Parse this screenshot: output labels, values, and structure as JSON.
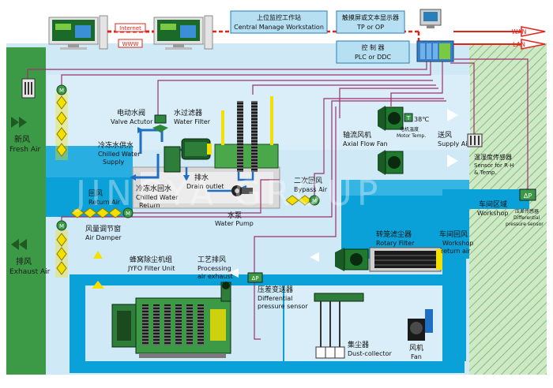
{
  "network": {
    "internet": "Internet",
    "www": "WWW",
    "wan": "WAN",
    "lan": "LAN"
  },
  "boxes": {
    "central_cn": "上位监控工作站",
    "central_en": "Central Manage Workstation",
    "tp_cn": "触摸屏或文本显示器",
    "tp_en": "TP or OP",
    "plc_cn": "控 制 器",
    "plc_en": "PLC or DDC"
  },
  "labels": {
    "fresh_air_cn": "新风",
    "fresh_air_en": "Fresh Air",
    "exhaust_air_cn": "排风",
    "exhaust_air_en": "Exhaust Air",
    "valve_cn": "电动水阀",
    "valve_en": "Valve Actutor",
    "filter_cn": "水过滤器",
    "filter_en": "Water Filter",
    "chilled_supply_cn": "冷冻水供水",
    "chilled_supply_en1": "Chilled Water",
    "chilled_supply_en2": "Supply",
    "drain_cn": "排水",
    "drain_en": "Drain outlet",
    "chilled_return_cn": "冷冻水回水",
    "chilled_return_en1": "Chilled Water",
    "chilled_return_en2": "Return",
    "return_air_cn": "回风",
    "return_air_en": "Return Air",
    "pump_cn": "水泵",
    "pump_en": "Water Pump",
    "bypass_cn": "二次回风",
    "bypass_en": "Bypass Air",
    "damper_cn": "风量调节窗",
    "damper_en": "Air Damper",
    "axial_cn": "轴流风机",
    "axial_en": "Axial Flow Fan",
    "temp_value": "38℃",
    "motor_cn": "电机温度",
    "motor_en": "Motor Temp.",
    "supply_air_cn": "送风",
    "supply_air_en": "Supply Air",
    "rh_cn": "温湿度传感器",
    "rh_en1": "Sensor for R·H",
    "rh_en2": "& Temp.",
    "workshop_cn": "车间区域",
    "workshop_en": "Workshop",
    "dp_label": "ΔP",
    "dp_sensor_cn": "压差传感器",
    "dp_sensor_en1": "Differential",
    "dp_sensor_en2": "pressure sensor",
    "rotary_cn": "转笼滤尘器",
    "rotary_en": "Rotary Filter",
    "workshop_return_cn": "车间回风",
    "workshop_return_en1": "Workshop",
    "workshop_return_en2": "return air",
    "jyfo_cn": "蜂窝除尘机组",
    "jyfo_en": "JYFO Filter Unit",
    "process_cn": "工艺排风",
    "process_en1": "Processing",
    "process_en2": "air exhaust",
    "diff_cn": "压差变送器",
    "diff_en1": "Differential",
    "diff_en2": "pressure sensor",
    "dust_cn": "集尘器",
    "dust_en": "Dust-collector",
    "fan_cn": "风机",
    "fan_en": "Fan",
    "dp_small": "ΔP",
    "t_small": "T",
    "m_small": "M",
    "watermark": "JINGYA GROUP"
  },
  "colors": {
    "light_blue": "#cfe9f7",
    "mid_blue": "#b7dff2",
    "water_blue": "#0aa0d8",
    "green_panel": "#3c9a46",
    "hatch_green": "#b5ddb0",
    "control_wire": "#a0306e",
    "red_pipe": "#e2231a",
    "yellow": "#f3e000"
  }
}
